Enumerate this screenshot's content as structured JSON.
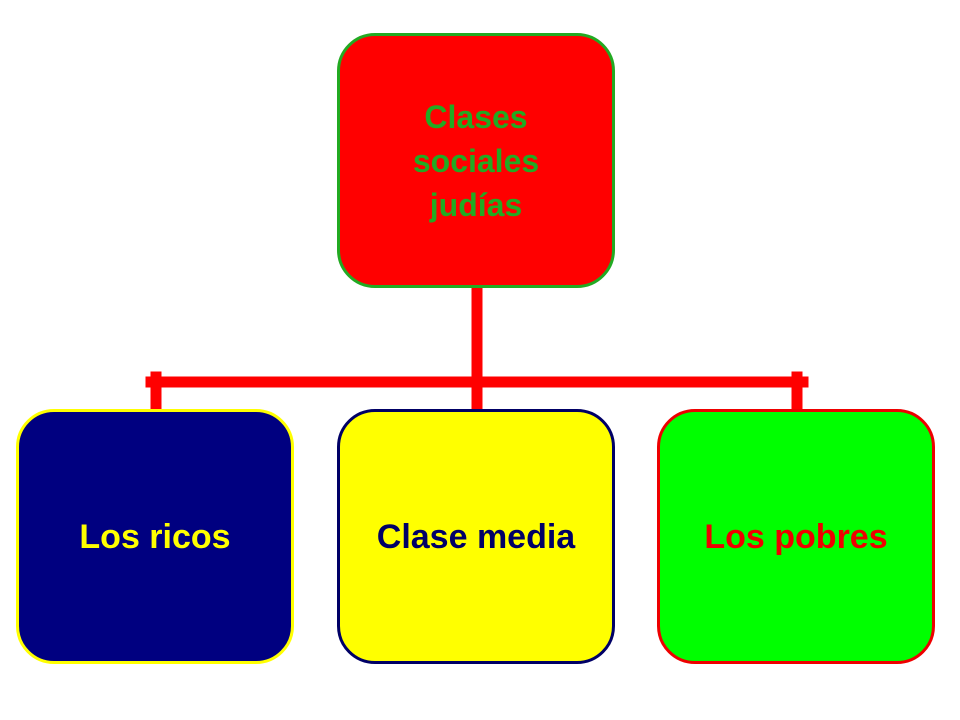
{
  "colors": {
    "connector": "#ff0000"
  },
  "root": {
    "label": "Clases sociales judías",
    "fill": "#ff0000",
    "text_color": "#22aa22",
    "border": "#22aa22"
  },
  "children": [
    {
      "label": "Los ricos",
      "fill": "#000080",
      "text_color": "#ffff00",
      "border": "#ffff00"
    },
    {
      "label": "Clase media",
      "fill": "#ffff00",
      "text_color": "#000066",
      "border": "#000066"
    },
    {
      "label": "Los pobres",
      "fill": "#00ff00",
      "text_color": "#ee0000",
      "border": "#ee0000"
    }
  ]
}
